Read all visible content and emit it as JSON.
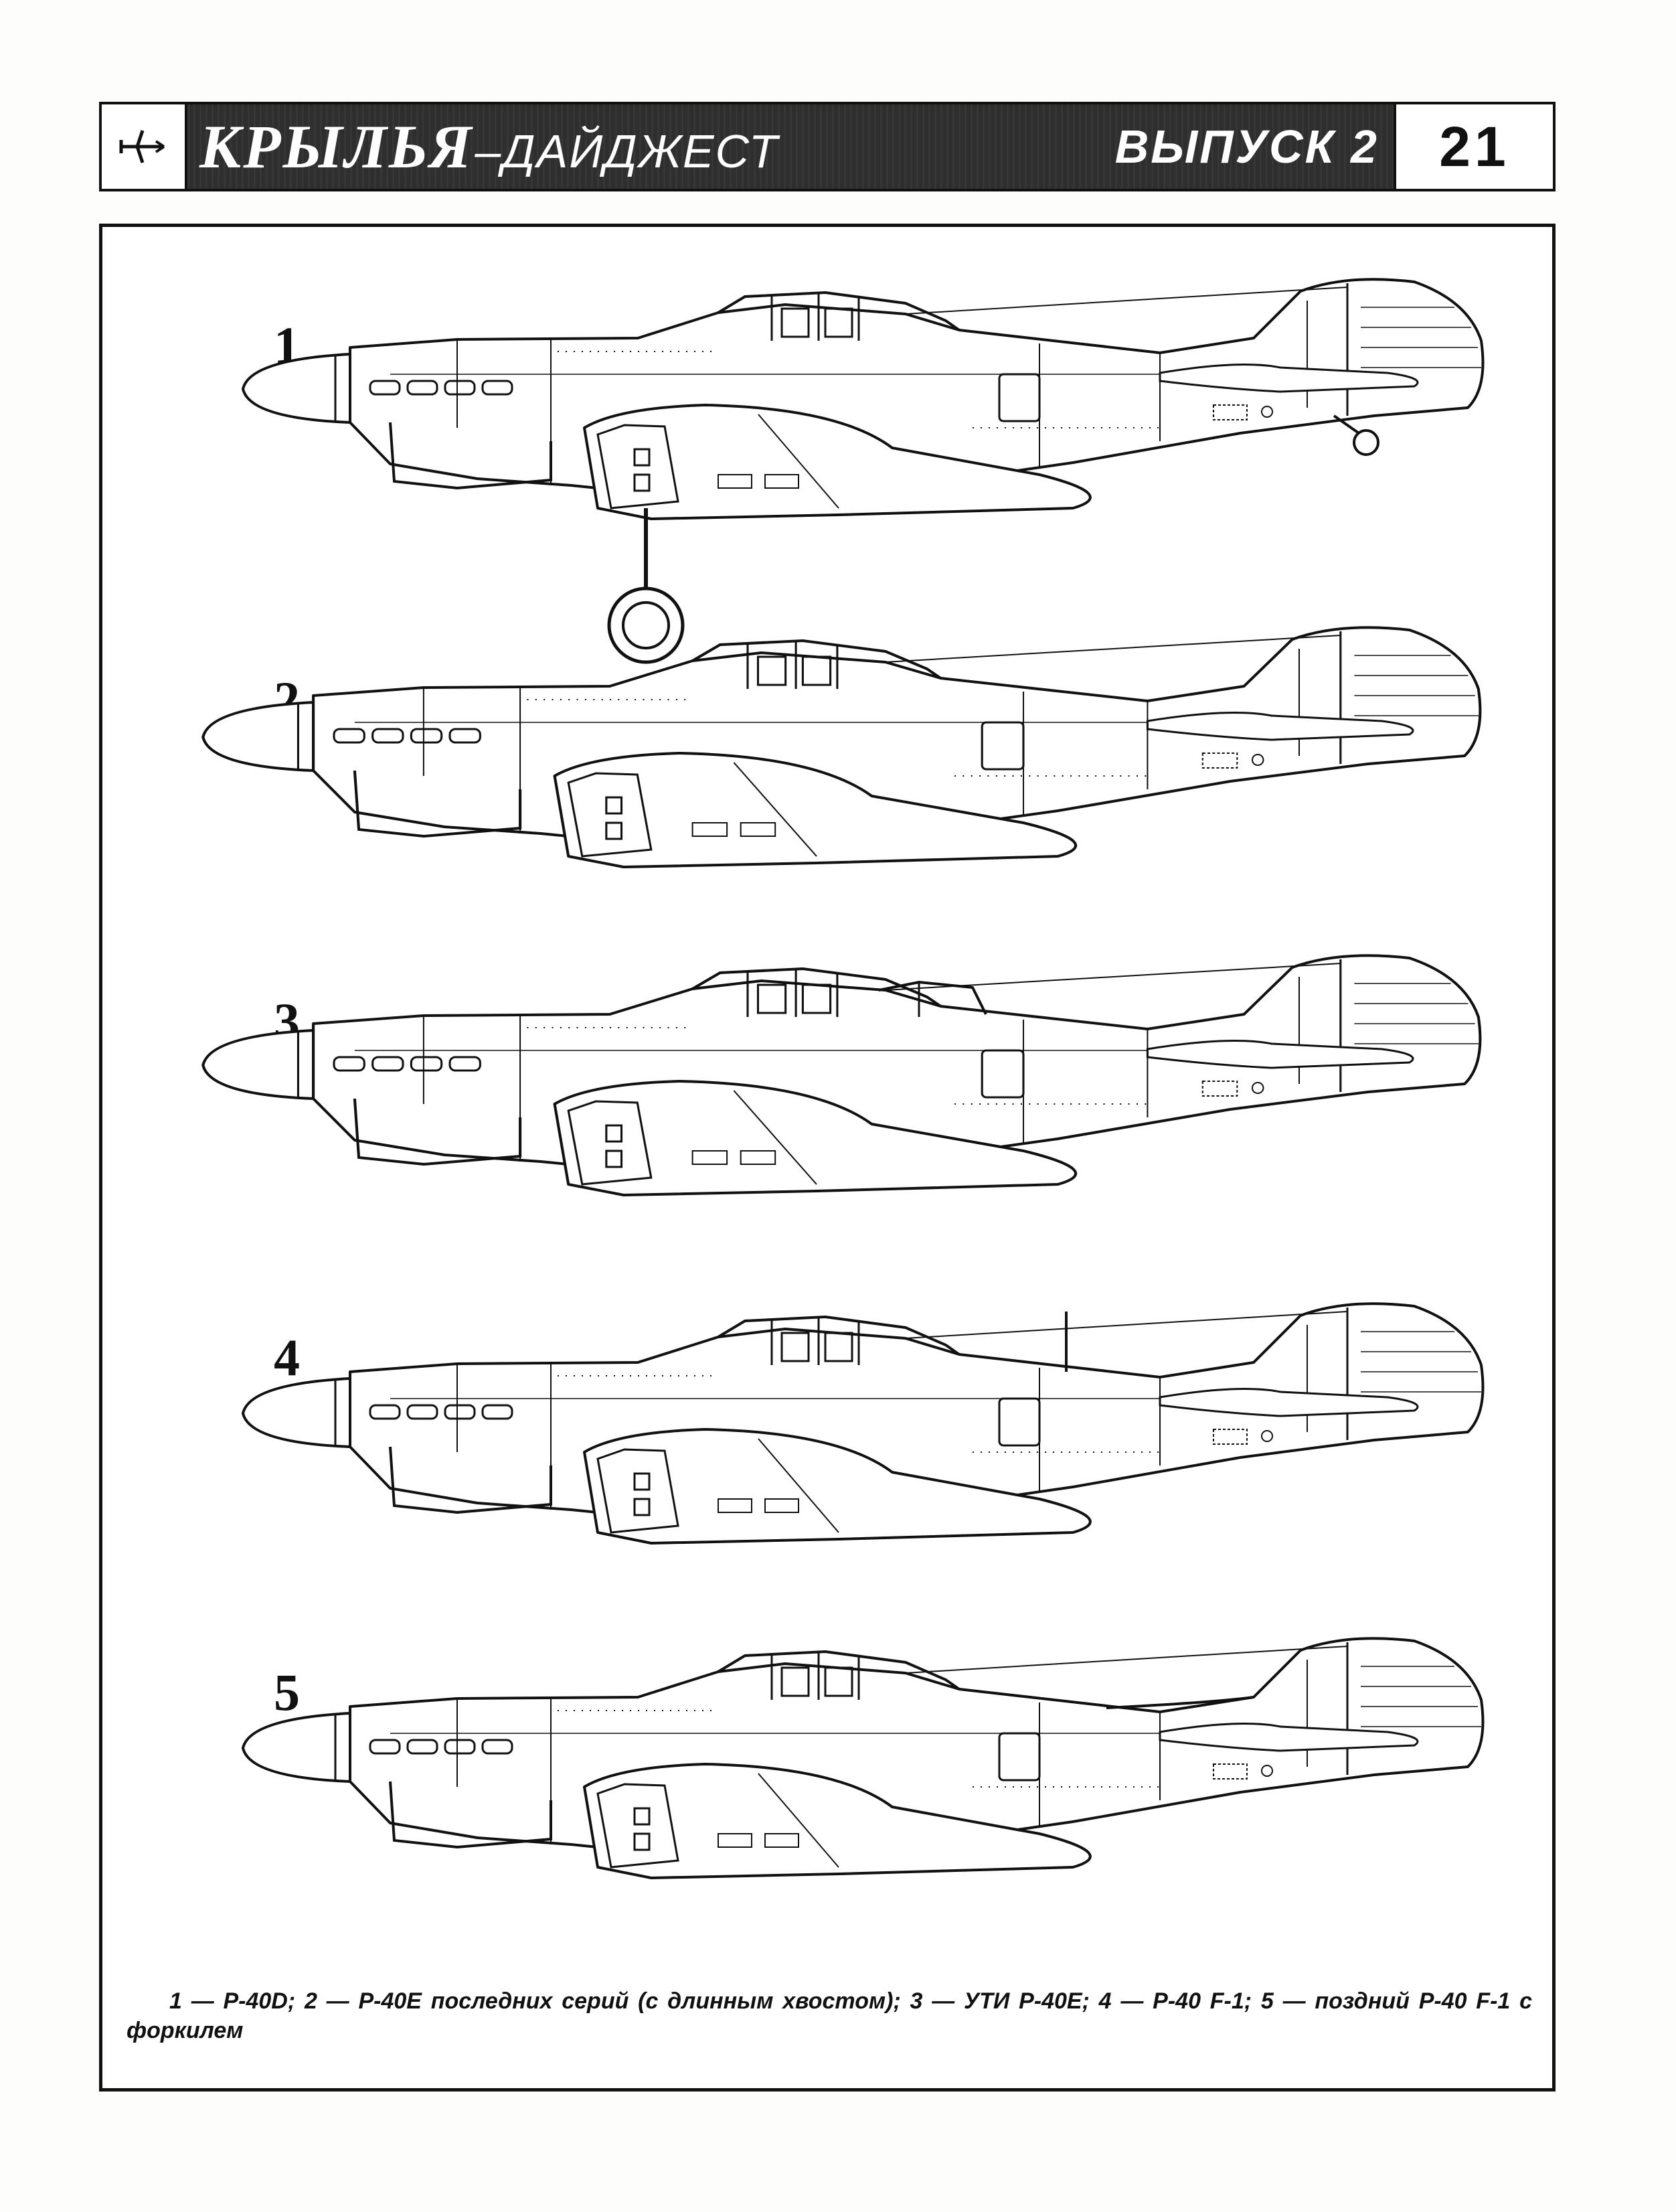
{
  "header": {
    "brand_main": "КРЫЛЬЯ",
    "brand_sub": "–ДАЙДЖЕСТ",
    "issue": "ВЫПУСК 2",
    "page_number": "21",
    "logo_icon": "aircraft-silhouette-icon"
  },
  "figure": {
    "items": [
      {
        "number": "1",
        "variant": "P-40D"
      },
      {
        "number": "2",
        "variant": "P-40E"
      },
      {
        "number": "3",
        "variant": "УТИ P-40E"
      },
      {
        "number": "4",
        "variant": "P-40 F-1"
      },
      {
        "number": "5",
        "variant": "P-40 F-1"
      }
    ],
    "caption": "1 — P-40D; 2 — P-40E последних серий (с длинным хвостом); 3 — УТИ P-40E; 4 — P-40 F-1; 5 — поздний P-40 F-1 с форкилем"
  },
  "colors": {
    "ink": "#111111",
    "band": "#2e2e2e",
    "paper": "#fdfdfb"
  }
}
